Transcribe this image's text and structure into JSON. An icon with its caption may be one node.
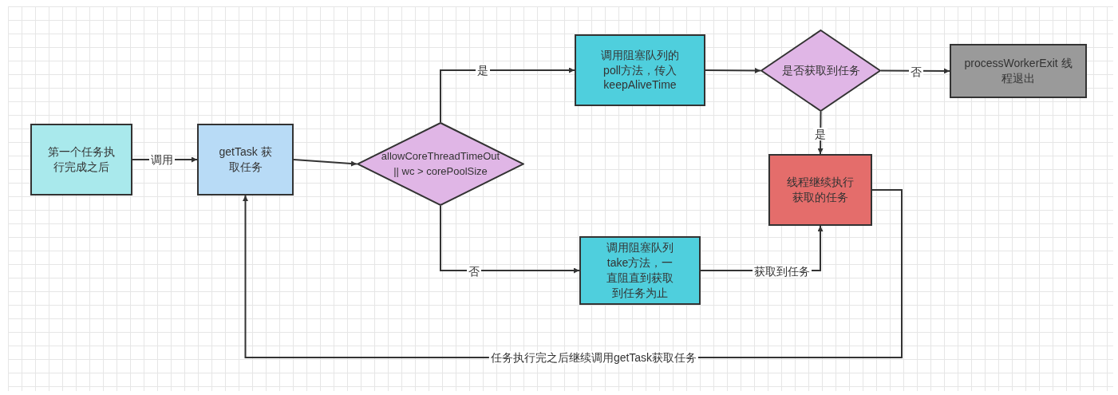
{
  "diagram": {
    "nodes": [
      {
        "text": [
          "第一个任务执行完成之后"
        ]
      },
      {
        "text": [
          "getTask 获取任务"
        ]
      },
      {
        "text": [
          "allowCoreThreadTimeOut || wc > corePoolSize"
        ]
      },
      {
        "text": [
          "调用阻塞队列的poll方法，传入keepAliveTime"
        ]
      },
      {
        "text": [
          "是否获取到任务"
        ]
      },
      {
        "text": [
          "processWorkerExit 线程退出"
        ]
      },
      {
        "text": [
          "线程继续执行获取的任务"
        ]
      },
      {
        "text": [
          "调用阻塞队列take方法，一直阻直到获取到任务为止"
        ]
      }
    ],
    "edges": [
      {
        "from": 0,
        "to": 1,
        "arrow": "to",
        "label": "调用"
      },
      {
        "from": 1,
        "to": 2,
        "arrow": "to"
      },
      {
        "from": 2,
        "to": 3,
        "arrow": "to",
        "label": "是"
      },
      {
        "from": 2,
        "to": 7,
        "arrow": "to",
        "label": "否"
      },
      {
        "from": 3,
        "to": 4,
        "arrow": "to"
      },
      {
        "from": 4,
        "to": 5,
        "arrow": "to",
        "label": "否"
      },
      {
        "from": 4,
        "to": 6,
        "arrow": "to",
        "label": "是"
      },
      {
        "from": 7,
        "to": 6,
        "arrow": "to",
        "label": "获取到任务"
      },
      {
        "from": 6,
        "to": 1,
        "arrow": "to",
        "label": "任务执行完之后继续调用getTask获取任务"
      }
    ]
  }
}
